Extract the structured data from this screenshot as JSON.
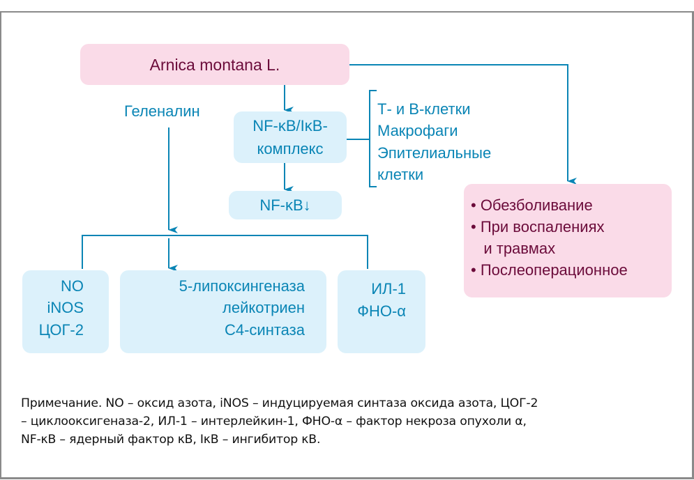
{
  "source_node": {
    "label": "Arnica montana L."
  },
  "geleenalin": {
    "label": "Геленалин"
  },
  "nfkb_complex": {
    "line1": "NF-κB/IκB-",
    "line2": "комплекс"
  },
  "nfkb_down": {
    "label": "NF-κB↓"
  },
  "cell_types": [
    "Т- и В-клетки",
    "Макрофаги",
    "Эпителиальные",
    "клетки"
  ],
  "effects": {
    "items": [
      "• Обезболивание",
      "• При воспалениях",
      "   и травмах",
      "• Послеоперационное"
    ]
  },
  "targets": [
    {
      "lines": [
        "NO",
        "iNOS",
        "ЦОГ-2"
      ]
    },
    {
      "lines": [
        "5-липоксингеназа",
        "лейкотриен",
        "С4-синтаза"
      ]
    },
    {
      "lines": [
        "ИЛ-1",
        "ФНО-α"
      ]
    }
  ],
  "note": {
    "lines": [
      "Примечание. NO – оксид азота, iNOS – индуцируемая синтаза оксида азота, ЦОГ-2",
      "– циклооксигеназа-2, ИЛ-1 – интерлейкин-1, ФНО-α – фактор некроза опухоли α,",
      "NF-κB – ядерный фактор κB, IκB – ингибитор κB."
    ]
  },
  "colors": {
    "line": "#0a85b5",
    "pink_bg": "#fadbe8",
    "pink_text": "#6b0b3a",
    "blue_bg": "#dcf1fb",
    "blue_text": "#0a85b5",
    "frame": "#8a8a8a"
  }
}
